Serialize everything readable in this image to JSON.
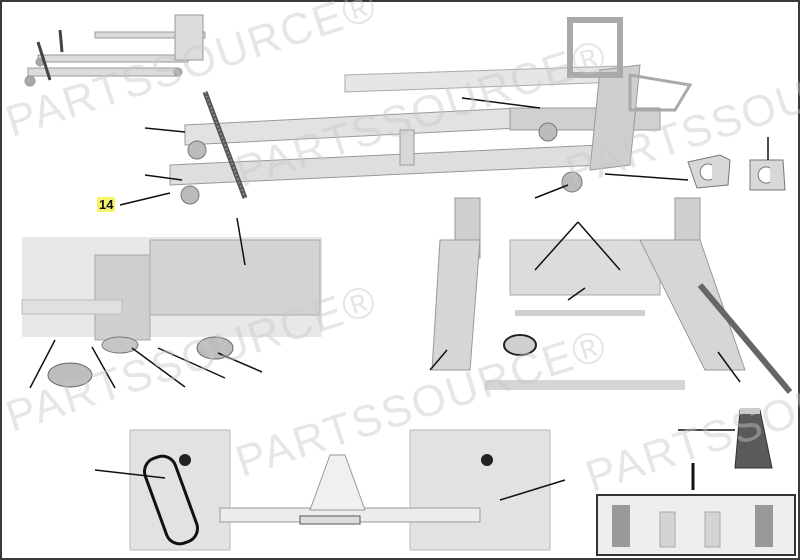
{
  "diagram": {
    "type": "exploded-parts-diagram",
    "subject": "stretcher / patient transport base frame with casters",
    "callouts": [
      {
        "id": "14",
        "label": "14",
        "highlight_color": "#f7f36a"
      }
    ],
    "watermark": {
      "text": "PARTSSOURCE®",
      "color": "#c8c8c8"
    },
    "colors": {
      "frame_border": "#3a3a3a",
      "part_fill": "#d9d9d9",
      "part_shade": "#b8b8b8",
      "leader_line": "#111111",
      "background": "#ffffff"
    },
    "panels": [
      {
        "name": "overview-thumbnail",
        "desc": "small stretcher base thumbnail"
      },
      {
        "name": "main-base-frame",
        "desc": "base frame with casters and column"
      },
      {
        "name": "caster-closeup",
        "desc": "caster and brake pedal detail"
      },
      {
        "name": "frame-rail-detail",
        "desc": "frame rails with rod"
      },
      {
        "name": "lift-mechanism",
        "desc": "lift mechanism with circled spring"
      },
      {
        "name": "mounting-plates",
        "desc": "two caster mounting plates"
      },
      {
        "name": "grease-tube",
        "desc": "lubricant tube"
      },
      {
        "name": "hardware-kit",
        "desc": "boxed hardware pins and brackets"
      }
    ]
  }
}
